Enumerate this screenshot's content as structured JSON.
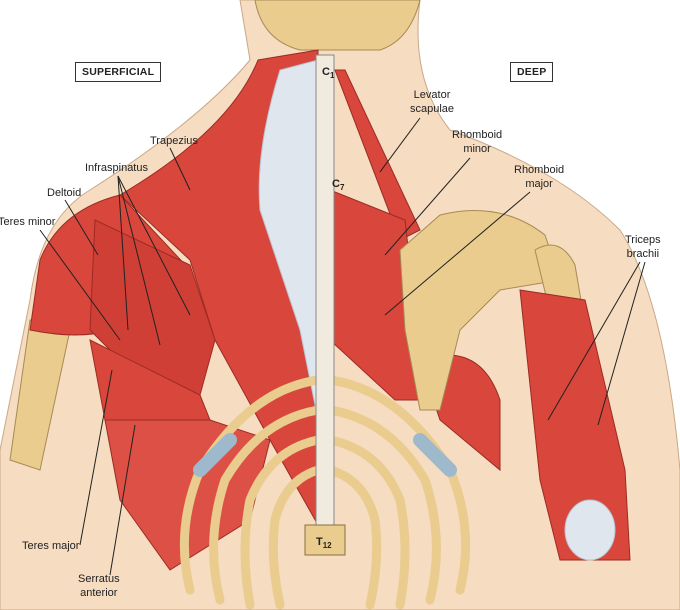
{
  "panels": {
    "left": "SUPERFICIAL",
    "right": "DEEP"
  },
  "labels": {
    "trapezius": "Trapezius",
    "infraspinatus": "Infraspinatus",
    "deltoid": "Deltoid",
    "teres_minor": "Teres minor",
    "teres_major": "Teres major",
    "serratus_anterior": [
      "Serratus",
      "anterior"
    ],
    "levator_scapulae": [
      "Levator",
      "scapulae"
    ],
    "rhomboid_minor": [
      "Rhomboid",
      "minor"
    ],
    "rhomboid_major": [
      "Rhomboid",
      "major"
    ],
    "triceps_brachii": [
      "Triceps",
      "brachii"
    ]
  },
  "vertebrae": {
    "c1": {
      "letter": "C",
      "num": "1"
    },
    "c7": {
      "letter": "C",
      "num": "7"
    },
    "t12": {
      "letter": "T",
      "num": "12"
    }
  },
  "colors": {
    "muscle": "#d8463c",
    "bone": "#e9cc8e",
    "skin": "#f6dcc0",
    "cartilage": "#9fb9cc",
    "tendon": "#dfe6ee"
  }
}
